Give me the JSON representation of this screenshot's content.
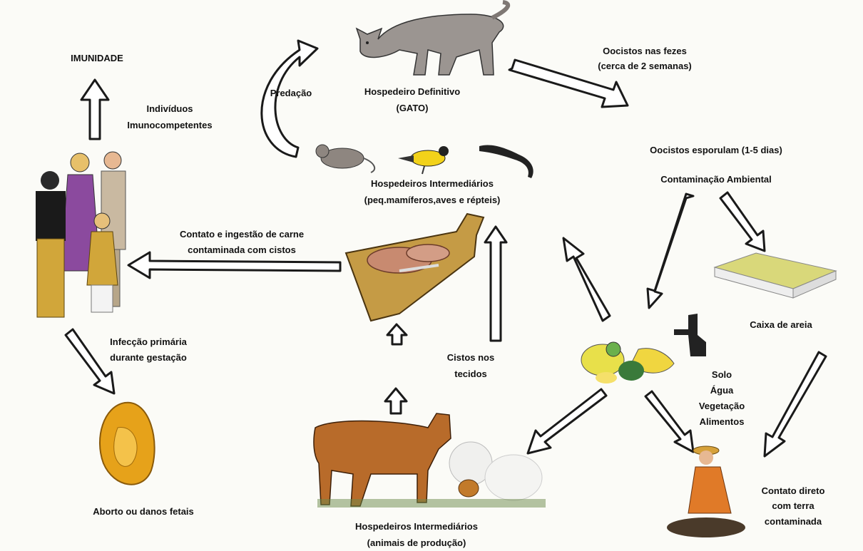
{
  "labels": {
    "immunity": "IMUNIDADE",
    "immunocompetent": [
      "Indivíduos",
      "Imunocompetentes"
    ],
    "predation": "Predação",
    "definitive_host": [
      "Hospedeiro Definitivo",
      "(GATO)"
    ],
    "oocysts_feces": [
      "Oocistos nas fezes",
      "(cerca de 2 semanas)"
    ],
    "oocysts_sporulate": "Oocistos esporulam (1-5 dias)",
    "env_contamination": "Contaminação Ambiental",
    "intermediate_small": [
      "Hospedeiros Intermediários",
      "(peq.mamíferos,aves e répteis)"
    ],
    "meat_contact": [
      "Contato e ingestão de carne",
      "contaminada com cistos"
    ],
    "sandbox": "Caixa de areia",
    "primary_infection": [
      "Infecção primária",
      "durante gestação"
    ],
    "tissue_cysts": [
      "Cistos nos",
      "tecidos"
    ],
    "vehicles": [
      "Solo",
      "Água",
      "Vegetação",
      "Alimentos"
    ],
    "abortion": "Aborto ou danos fetais",
    "intermediate_production": [
      "Hospedeiros Intermediários",
      "(animais de produção)"
    ],
    "soil_contact": [
      "Contato direto",
      "com terra",
      "contaminada"
    ]
  },
  "colors": {
    "arrow_fill": "#ffffff",
    "arrow_stroke": "#1a1a1a",
    "cat": "#9b9591",
    "cow": "#b86b2a",
    "cutting_board": "#c59b45",
    "fetus": "#e6a21a",
    "sandbox": "#d9d87a",
    "family_yellow": "#d1a63a",
    "family_purple": "#8b4a9e"
  }
}
